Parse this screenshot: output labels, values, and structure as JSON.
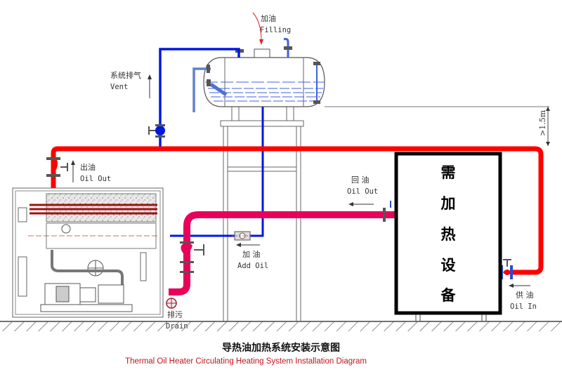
{
  "diagram": {
    "title_cn": "导热油加热系统安装示意图",
    "title_en": "Thermal Oil Heater Circulating Heating System Installation Diagram",
    "colors": {
      "hot_oil_pipe": "#ff0000",
      "return_oil_pipe": "#e8005a",
      "vent_fill_pipe": "#0018e0",
      "caption_en": "#c0141c",
      "outline": "#666666"
    },
    "labels": {
      "filling": {
        "cn": "加油",
        "en": "Filling"
      },
      "vent": {
        "cn": "系统排气",
        "en": "Vent"
      },
      "oil_out_heater": {
        "cn": "出油",
        "en": "Oil Out"
      },
      "oil_out_return": {
        "cn": "回 油",
        "en": "Oil Out"
      },
      "add_oil": {
        "cn": "加 油",
        "en": "Add Oil"
      },
      "oil_in": {
        "cn": "供 油",
        "en": "Oil In"
      },
      "drain": {
        "cn": "排污",
        "en": "Drain"
      },
      "height_note": ">1.5m"
    },
    "equipment": {
      "label_chars": [
        "需",
        "加",
        "热",
        "设",
        "备"
      ]
    }
  }
}
